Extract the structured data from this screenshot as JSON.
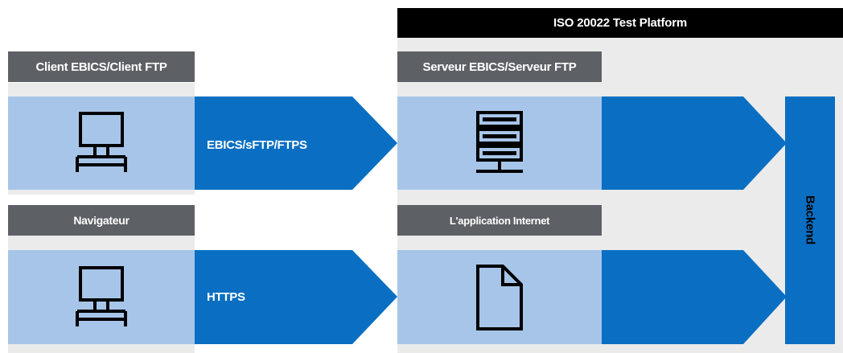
{
  "platform": {
    "title": "ISO 20022 Test Platform"
  },
  "client": {
    "row1_label": "Client EBICS/Client FTP",
    "row2_label": "Navigateur",
    "row1_icon": "computer-terminal-icon",
    "row2_icon": "computer-terminal-icon"
  },
  "protocols": {
    "row1": "EBICS/sFTP/FTPS",
    "row2": "HTTPS"
  },
  "server": {
    "row1_label": "Serveur EBICS/Serveur FTP",
    "row2_label": "L'application Internet",
    "row1_icon": "server-rack-icon",
    "row2_icon": "document-icon"
  },
  "backend": {
    "label": "Backend"
  },
  "colors": {
    "arrow_blue": "#0a6fc2",
    "light_blue": "#a7c5e8",
    "label_grey": "#5d6065",
    "background_grey": "#ebebeb"
  }
}
